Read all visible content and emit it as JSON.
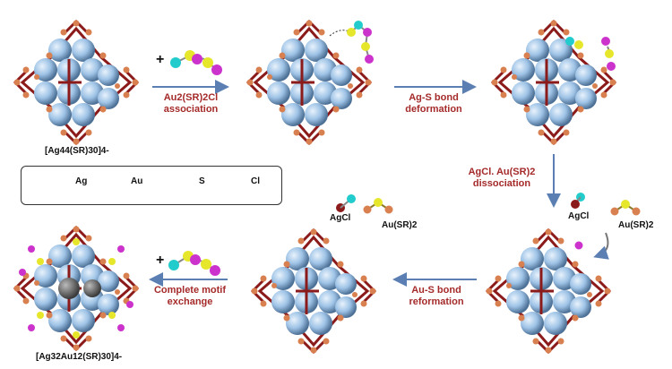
{
  "labels": {
    "start_formula": "[Ag44(SR)30]4-",
    "end_formula": "[Ag32Au12(SR)30]4-",
    "step1": [
      "Au2(SR)2Cl",
      "association"
    ],
    "step2": [
      "Ag-S bond",
      "deformation"
    ],
    "step3": [
      "AgCl. Au(SR)2",
      "dissociation"
    ],
    "step4": [
      "Au-S bond",
      "reformation"
    ],
    "step5": [
      "Complete motif",
      "exchange"
    ],
    "agcl_1": "AgCl",
    "ausr2_1": "Au(SR)2",
    "agcl_2": "AgCl",
    "ausr2_2": "Au(SR)2",
    "plus": "+"
  },
  "legend": {
    "ag": "Ag",
    "au": "Au",
    "s": "S",
    "cl": "Cl"
  },
  "colors": {
    "ag_sphere": "#9ec3e6",
    "ag_dark": "#8b1a1a",
    "au": "#e6e62a",
    "s": "#d98050",
    "s_legend": "#cc33cc",
    "cl": "#22cccc",
    "core_gray": "#6b6b6b",
    "arrow": "#5b7fb3",
    "text_red": "#a52a2a"
  }
}
